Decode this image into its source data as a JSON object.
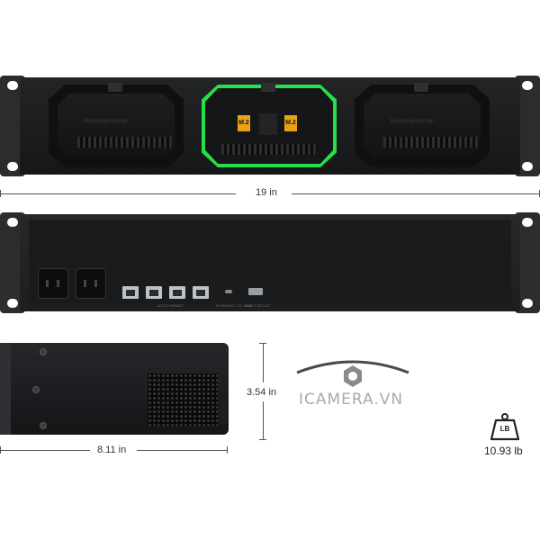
{
  "front_view": {
    "bays": [
      {
        "logo": "Blackmagicdesign",
        "active": false
      },
      {
        "logo": "",
        "active": true,
        "badges": [
          "M.2",
          "M.2"
        ]
      },
      {
        "logo": "Blackmagicdesign",
        "active": false
      }
    ],
    "accent_color": "#26e04a",
    "badge_color": "#e8a317"
  },
  "dimensions": {
    "width": "19 in",
    "height": "3.54 in",
    "depth": "8.11 in"
  },
  "rear_view": {
    "ethernet_label": "10G ETHERNET",
    "usb_label": "ETHERNET 1G / USB",
    "hdmi_label": "MONITOR OUT"
  },
  "logo": {
    "text": "ICAMERA.VN"
  },
  "weight": {
    "icon_text": "LB",
    "value": "10.93 lb"
  }
}
